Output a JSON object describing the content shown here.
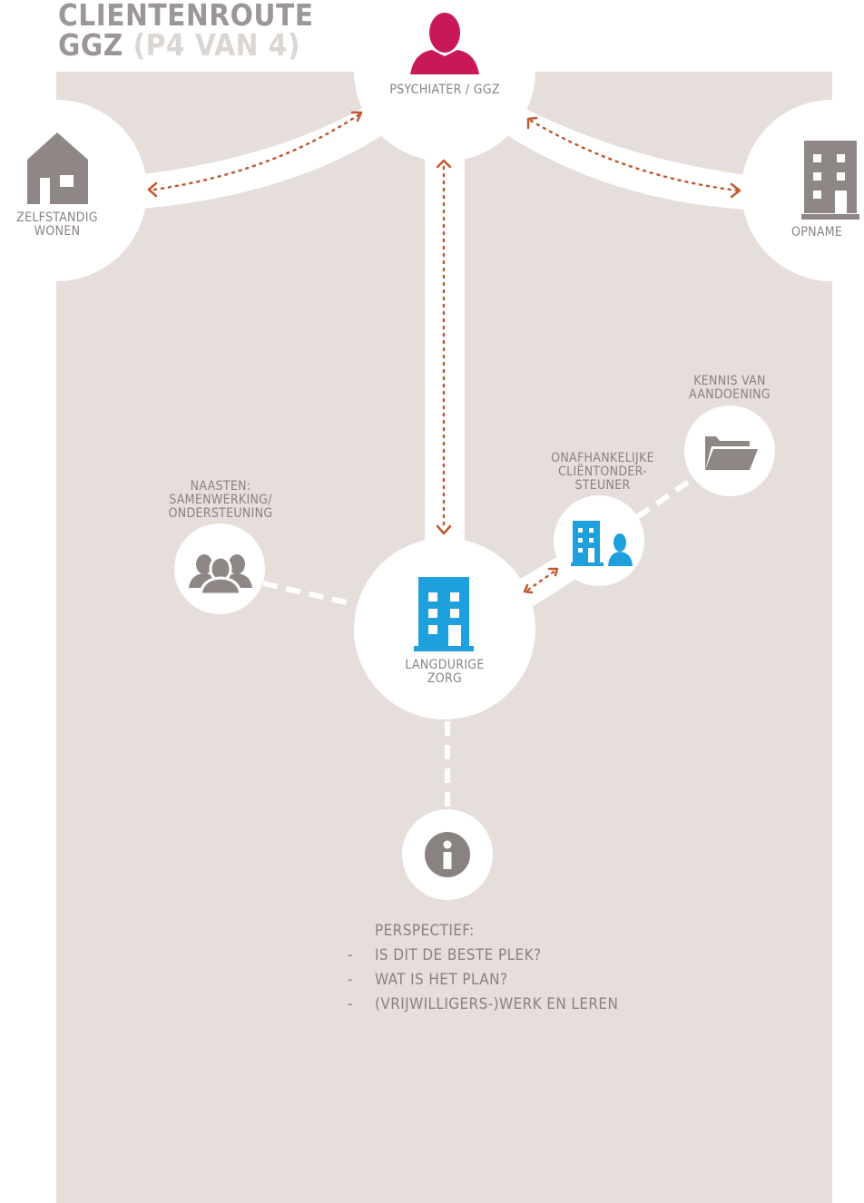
{
  "title": {
    "line1": "CLIENTENROUTE",
    "line2_main": "GGZ",
    "line2_sub": "(P4 VAN 4)"
  },
  "nodes": {
    "psychiater": {
      "label": "PSYCHIATER / GGZ",
      "icon": "person-icon"
    },
    "zelfstandig": {
      "label_lines": [
        "ZELFSTANDIG",
        "WONEN"
      ],
      "icon": "house-icon"
    },
    "opname": {
      "label": "OPNAME",
      "icon": "building-icon"
    },
    "kennis": {
      "label_lines": [
        "KENNIS VAN",
        "AANDOENING"
      ],
      "icon": "folder-icon"
    },
    "clientondersteuner": {
      "label_lines": [
        "ONAFHANKELIJKE",
        "CLIËNTONDER-",
        "STEUNER"
      ],
      "icon": "building-person-icon"
    },
    "naasten": {
      "label_lines": [
        "NAASTEN:",
        "SAMENWERKING/",
        "ONDERSTEUNING"
      ],
      "icon": "group-icon"
    },
    "langdurige_zorg": {
      "label_lines": [
        "LANGDURIGE",
        "ZORG"
      ],
      "icon": "building-icon"
    },
    "info": {
      "icon": "info-icon"
    }
  },
  "perspectief": {
    "heading": "PERSPECTIEF:",
    "items": [
      "IS DIT DE BESTE PLEK?",
      "WAT IS HET PLAN?",
      "(VRIJWILLIGERS-)WERK EN LEREN"
    ],
    "bullet": "-"
  },
  "colors": {
    "panel": "#e6dedb",
    "text": "#8a8281",
    "title": "#9d9696",
    "title_sub": "#dcd6d3",
    "accent_magenta": "#c8185a",
    "accent_blue": "#1ea0dc",
    "arrow": "#c05a32",
    "icon_grey": "#8a8281"
  }
}
